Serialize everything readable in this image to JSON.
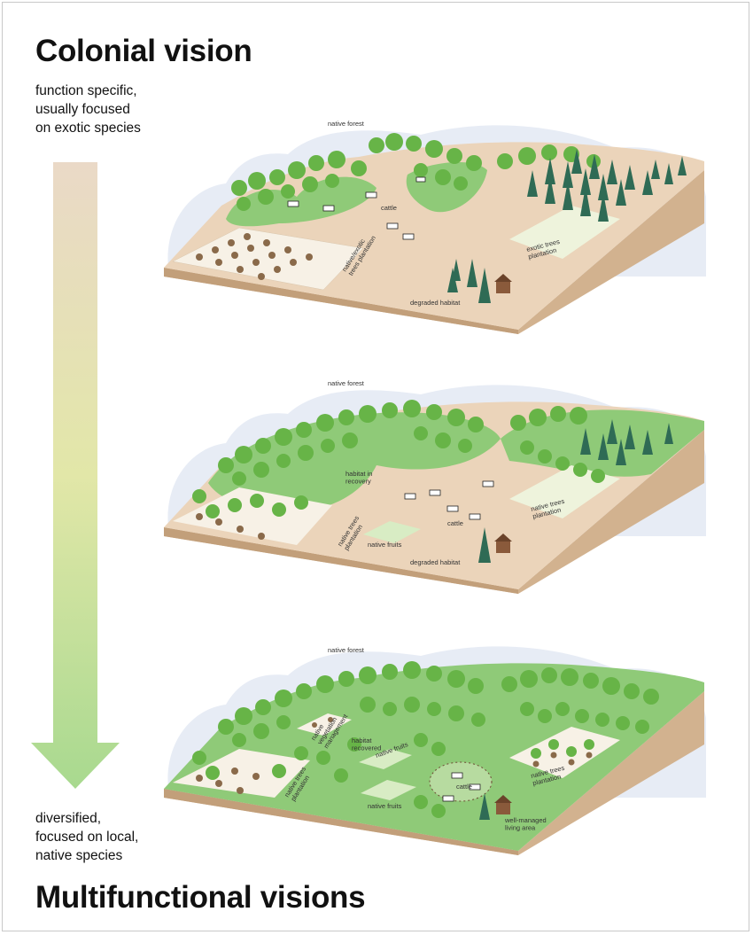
{
  "header": {
    "title": "Colonial vision",
    "description": [
      "function specific,",
      "usually focused",
      "on exotic species"
    ]
  },
  "footer": {
    "title": "Multifunctional visions",
    "description": [
      "diversified,",
      "focused on local,",
      "native species"
    ]
  },
  "colors": {
    "ground_top": "#ebd4ba",
    "ground_side": "#d2b28f",
    "grass": "#8fca78",
    "tree": "#67b447",
    "conifer": "#2f6b55",
    "sky": "#e7ecf5",
    "arrow_top": "#ead9c7",
    "arrow_bottom": "#a8d98f"
  },
  "panels": [
    {
      "labels": {
        "forest": "native forest",
        "cattle": "cattle",
        "plantation": "native/exotic\ntrees plantation",
        "exotic": "exotic trees\nplantation",
        "degraded": "degraded habitat"
      }
    },
    {
      "labels": {
        "forest": "native forest",
        "recovery": "habitat in\nrecovery",
        "cattle": "cattle",
        "plantation": "native trees\nplantation",
        "fruits": "native fruits",
        "native_trees": "native trees\nplantation",
        "degraded": "degraded habitat"
      }
    },
    {
      "labels": {
        "forest": "native forest",
        "vegetation": "native\nvegetation\nmanagement",
        "recovered": "habitat\nrecovered",
        "fruits_a": "native fruits",
        "fruits_b": "native fruits",
        "plantation": "native trees\nplantation",
        "cattle": "cattle",
        "native_trees": "native trees\nplantation",
        "living": "well-managed\nliving area"
      }
    }
  ]
}
